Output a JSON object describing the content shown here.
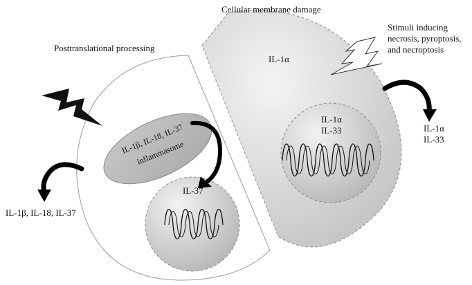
{
  "labels": {
    "cellular_damage": "Cellular membrane damage",
    "stimuli_line1": "Stimuli inducing",
    "stimuli_line2": "necrosis, pyroptosis,",
    "stimuli_line3": "and necroptosis",
    "posttranslational": "Posttranslational processing",
    "il1a_cytoplasm": "IL-1α",
    "nucleus_right_line1": "IL-1α",
    "nucleus_right_line2": "IL-33",
    "released_right_line1": "IL-1α",
    "released_right_line2": "IL-33",
    "inflammasome_line1": "IL-1β, IL-18, IL-37",
    "inflammasome_line2": "inflammasome",
    "nucleus_left": "IL-37",
    "released_left": "IL-1β, IL-18, IL-37"
  },
  "colors": {
    "cell_fill": "#d9d9d9",
    "nucleus_fill": "#c8c8c8",
    "outline": "#888888",
    "arrow": "#000000"
  }
}
